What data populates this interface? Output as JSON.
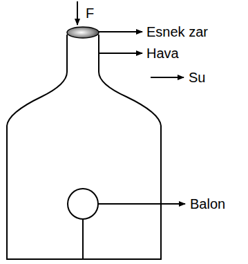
{
  "diagram": {
    "labels": [
      "F",
      "Esnek zar",
      "Hava",
      "Su",
      "Balon"
    ]
  }
}
